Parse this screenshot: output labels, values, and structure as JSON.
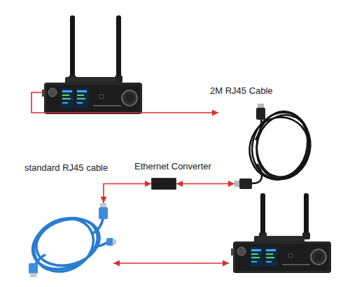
{
  "diagram": {
    "nodes": [
      {
        "text": [
          "2M RJ45 Cable"
        ]
      },
      {
        "text": [
          "standard RJ45 cable"
        ]
      },
      {
        "text": [
          "Ethernet Converter"
        ]
      }
    ],
    "edges": [
      {
        "from": 2,
        "to": 0,
        "arrow": "both"
      },
      {
        "from": 2,
        "to": 1,
        "arrow": "both"
      }
    ]
  }
}
